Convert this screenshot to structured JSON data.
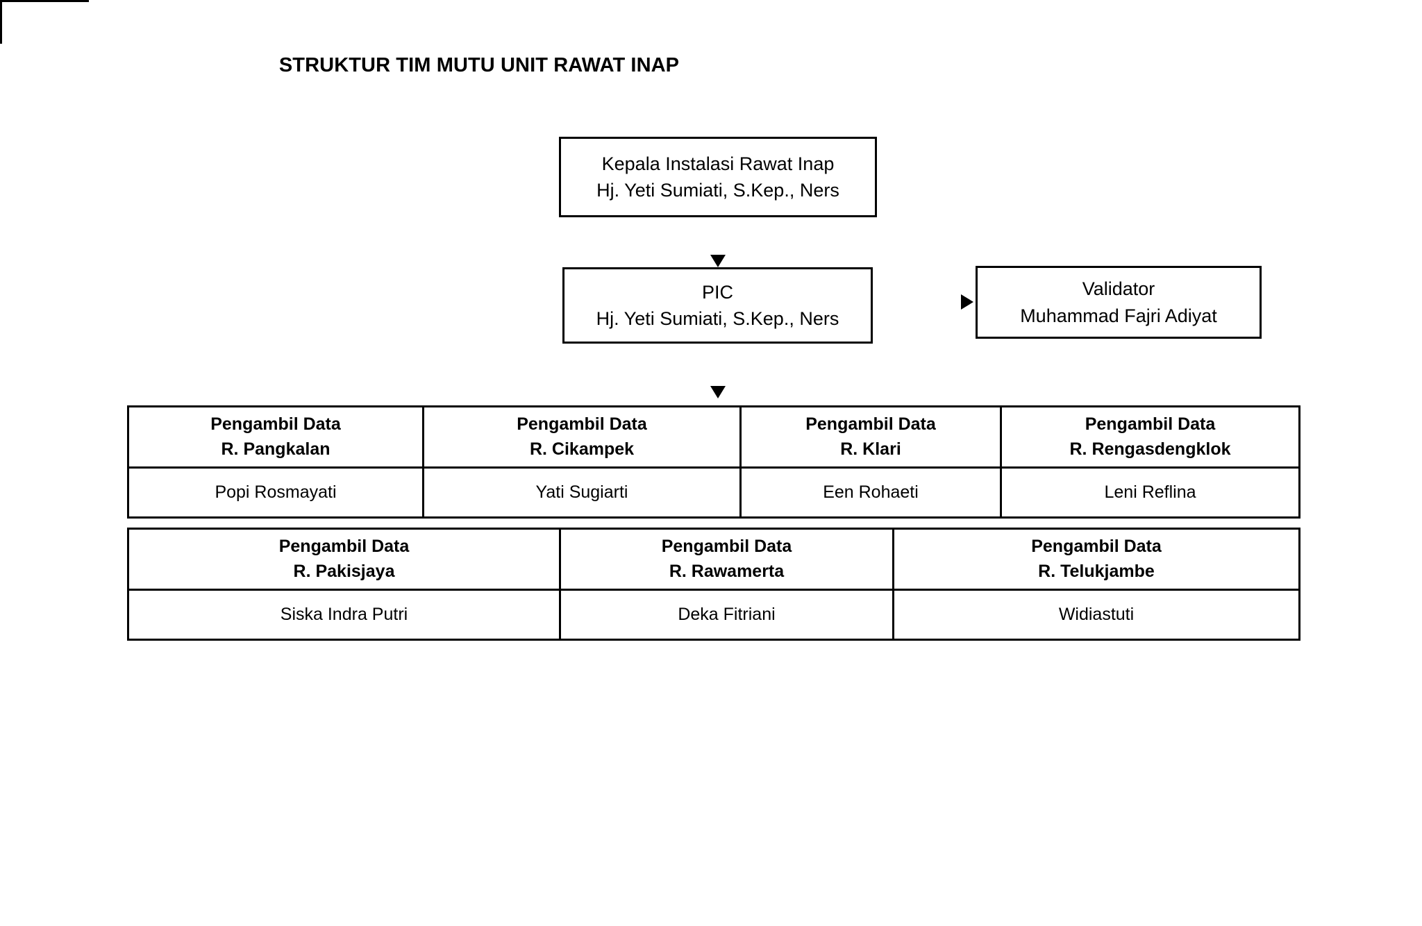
{
  "title": "STRUKTUR TIM MUTU UNIT RAWAT INAP",
  "nodes": {
    "kepala": {
      "role": "Kepala Instalasi Rawat Inap",
      "person": "Hj. Yeti Sumiati, S.Kep., Ners"
    },
    "pic": {
      "role": "PIC",
      "person": "Hj. Yeti Sumiati, S.Kep., Ners"
    },
    "validator": {
      "role": "Validator",
      "person": "Muhammad Fajri Adiyat"
    }
  },
  "table": {
    "section_top": {
      "headers": [
        {
          "role": "Pengambil Data",
          "unit": "R. Pangkalan"
        },
        {
          "role": "Pengambil Data",
          "unit": "R. Cikampek"
        },
        {
          "role": "Pengambil Data",
          "unit": "R. Klari"
        },
        {
          "role": "Pengambil Data",
          "unit": "R. Rengasdengklok"
        }
      ],
      "names": [
        "Popi Rosmayati",
        "Yati Sugiarti",
        "Een Rohaeti",
        "Leni Reflina"
      ]
    },
    "section_bottom": {
      "headers": [
        {
          "role": "Pengambil Data",
          "unit": "R. Pakisjaya"
        },
        {
          "role": "Pengambil Data",
          "unit": "R. Rawamerta"
        },
        {
          "role": "Pengambil Data",
          "unit": "R. Telukjambe"
        }
      ],
      "names": [
        "Siska Indra Putri",
        "Deka Fitriani",
        "Widiastuti"
      ]
    }
  },
  "colors": {
    "border": "#000000",
    "text": "#000000",
    "background": "#ffffff"
  }
}
